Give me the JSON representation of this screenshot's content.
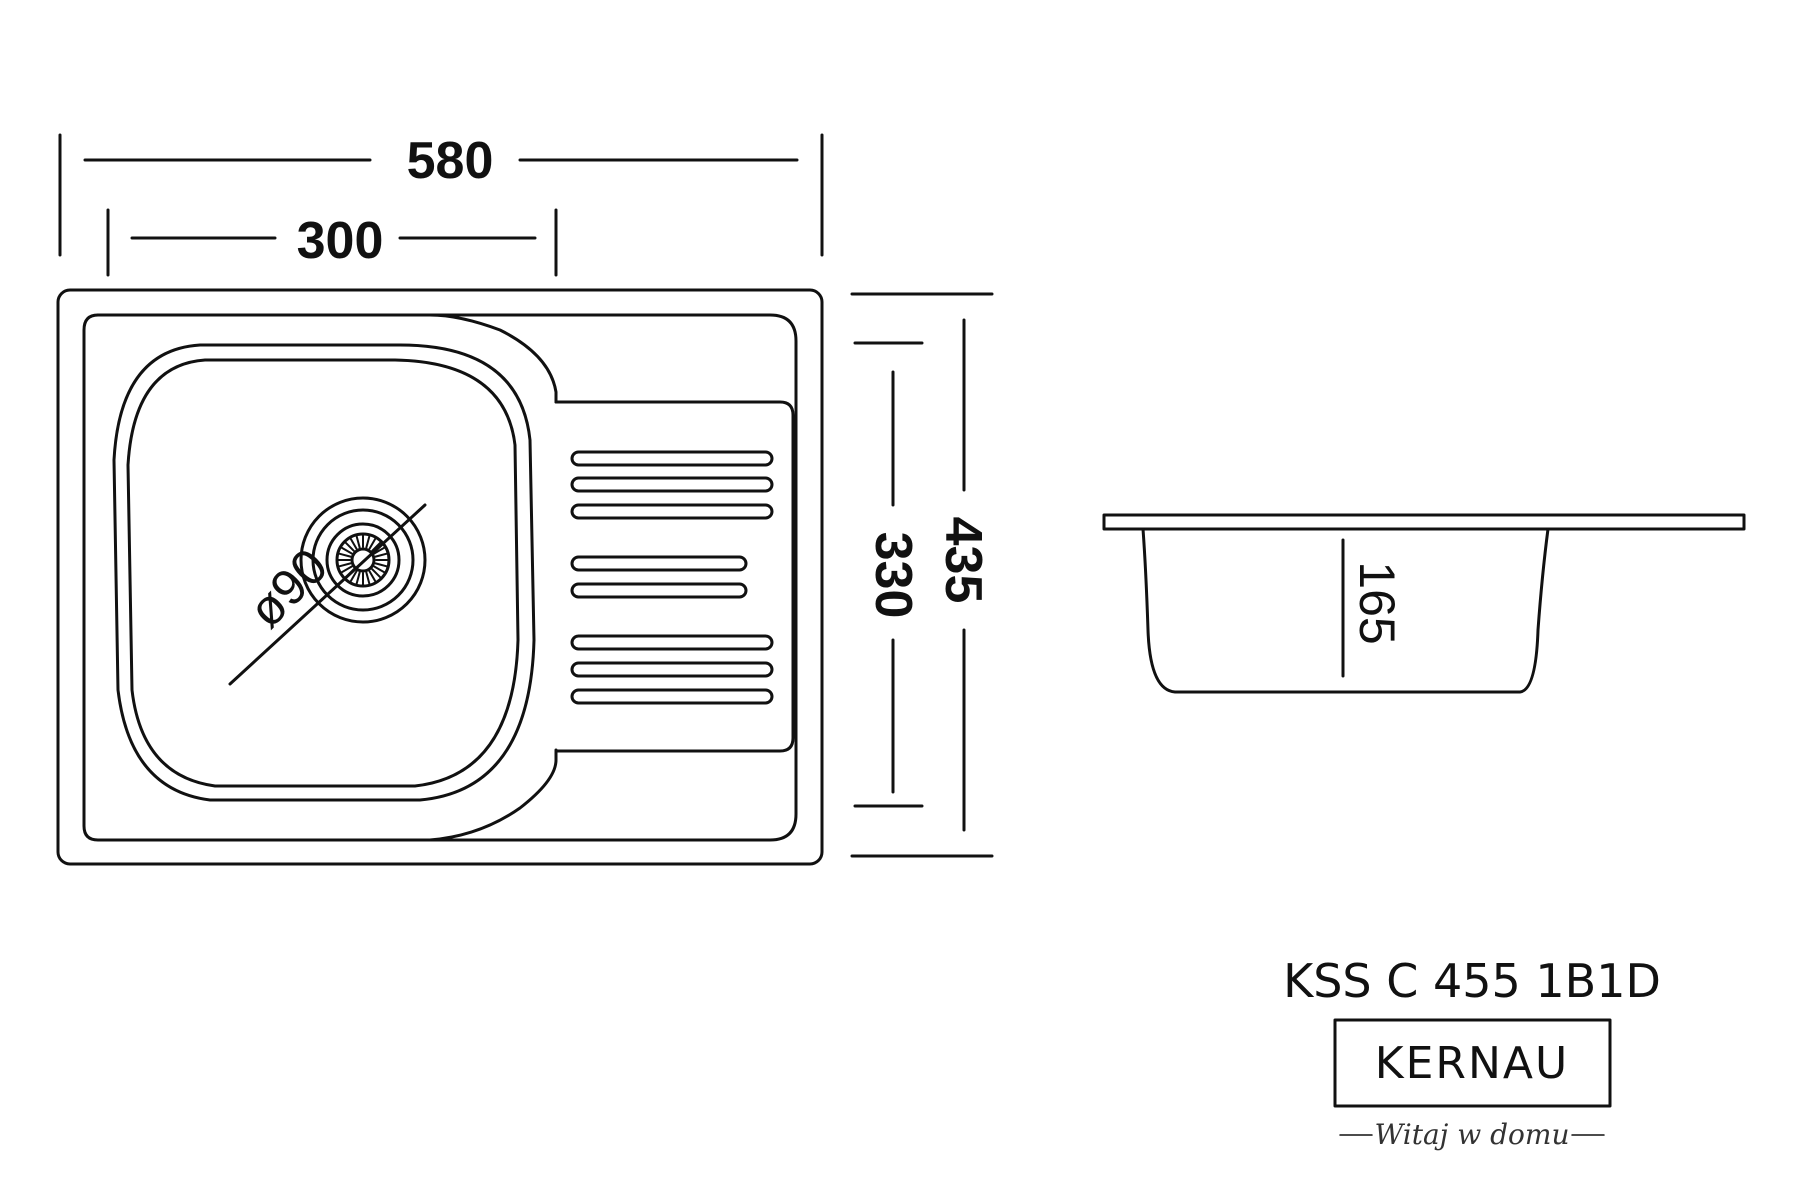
{
  "dimensions": {
    "width_total": "580",
    "width_bowl": "300",
    "height_total": "435",
    "height_bowl": "330",
    "drain_diameter": "ø90",
    "depth": "165"
  },
  "product": {
    "model": "KSS C 455 1B1D"
  },
  "brand": {
    "name": "KERNAU",
    "tagline": "Witaj w domu"
  },
  "colors": {
    "line": "#111111",
    "background": "#ffffff"
  }
}
